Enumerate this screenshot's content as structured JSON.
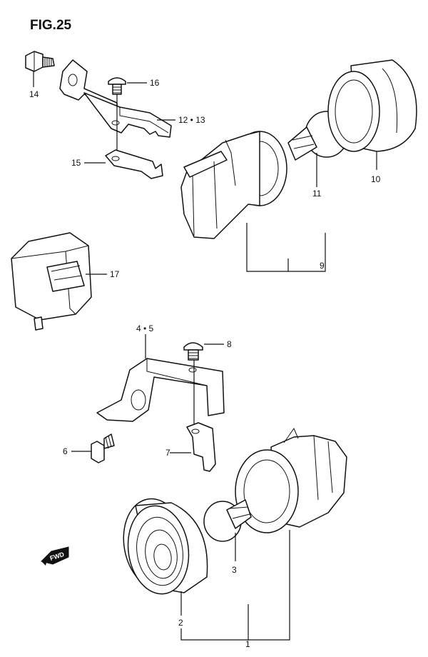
{
  "figure": {
    "title": "FIG.25"
  },
  "callouts": {
    "c1": "1",
    "c2": "2",
    "c3": "3",
    "c4_5": "4 • 5",
    "c6": "6",
    "c7": "7",
    "c8": "8",
    "c9": "9",
    "c10": "10",
    "c11": "11",
    "c12_13": "12 • 13",
    "c14": "14",
    "c15": "15",
    "c16": "16",
    "c17": "17"
  },
  "direction_marker": {
    "label": "FWD"
  },
  "icons": [
    "bolt-icon",
    "screw-icon",
    "bulb-icon",
    "relay-icon",
    "lens-icon",
    "arrow-left-icon"
  ]
}
